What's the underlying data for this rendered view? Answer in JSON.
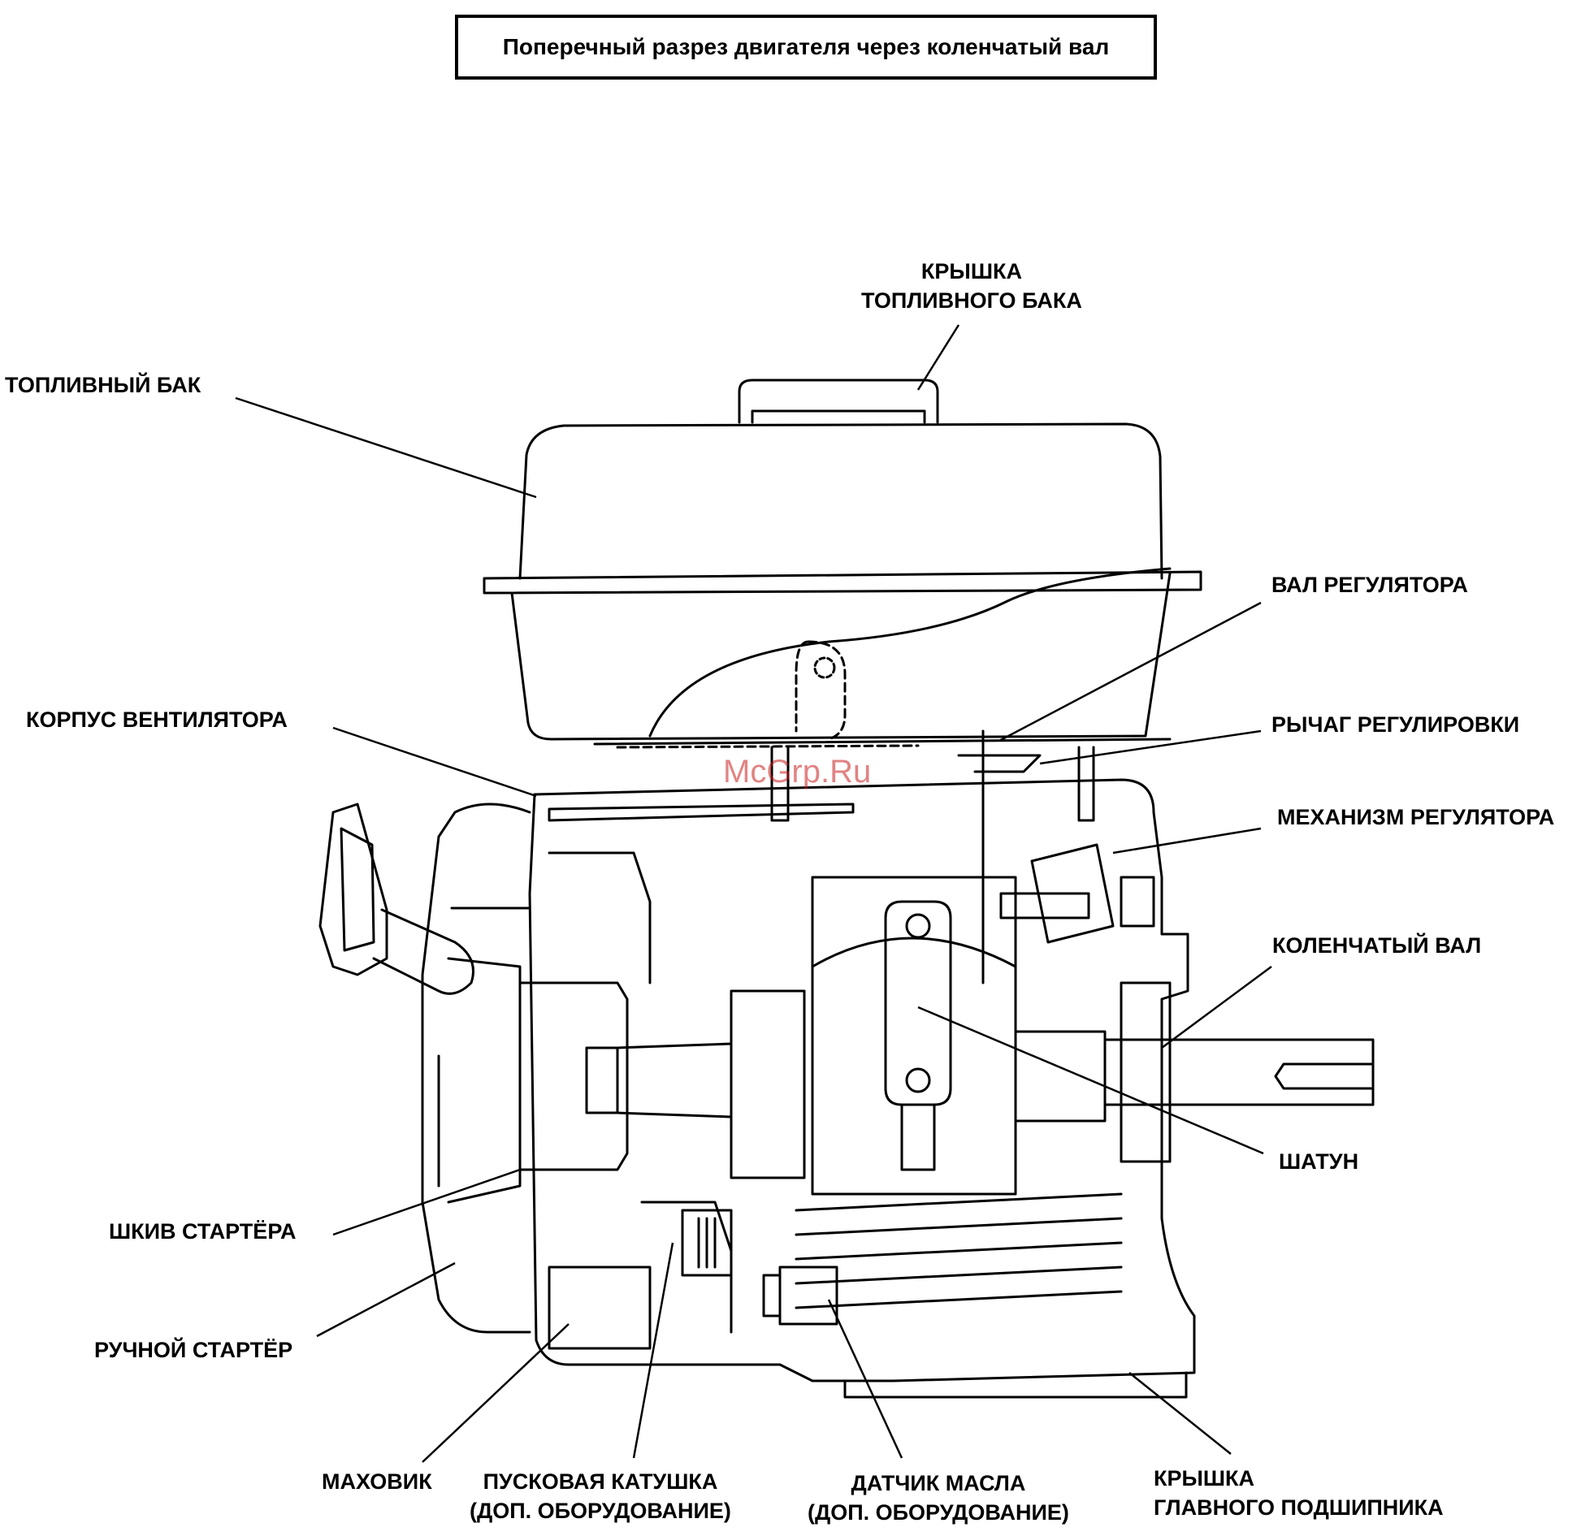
{
  "title": "Поперечный разрез двигателя через коленчатый вал",
  "watermark": "McGrp.Ru",
  "labels": {
    "fuel_cap": [
      "КРЫШКА",
      "ТОПЛИВНОГО БАКА"
    ],
    "fuel_tank": [
      "ТОПЛИВНЫЙ БАК"
    ],
    "governor_shaft": [
      "ВАЛ РЕГУЛЯТОРА"
    ],
    "control_lever": [
      "РЫЧАГ РЕГУЛИРОВКИ"
    ],
    "fan_cover": [
      "КОРПУС ВЕНТИЛЯТОРА"
    ],
    "governor_mechanism": [
      "МЕХАНИЗМ РЕГУЛЯТОРА"
    ],
    "crankshaft": [
      "КОЛЕНЧАТЫЙ ВАЛ"
    ],
    "connecting_rod": [
      "ШАТУН"
    ],
    "starter_pulley": [
      "ШКИВ СТАРТЁРА"
    ],
    "recoil_starter": [
      "РУЧНОЙ СТАРТЁР"
    ],
    "flywheel": [
      "МАХОВИК"
    ],
    "charge_coil": [
      "ПУСКОВАЯ КАТУШКА",
      "(ДОП. ОБОРУДОВАНИЕ)"
    ],
    "oil_sensor": [
      "ДАТЧИК МАСЛА",
      "(ДОП. ОБОРУДОВАНИЕ)"
    ],
    "main_bearing_cover": [
      "КРЫШКА",
      "ГЛАВНОГО ПОДШИПНИКА"
    ]
  },
  "colors": {
    "line": "#000000",
    "background": "#ffffff",
    "watermark": "#c81e1e"
  }
}
